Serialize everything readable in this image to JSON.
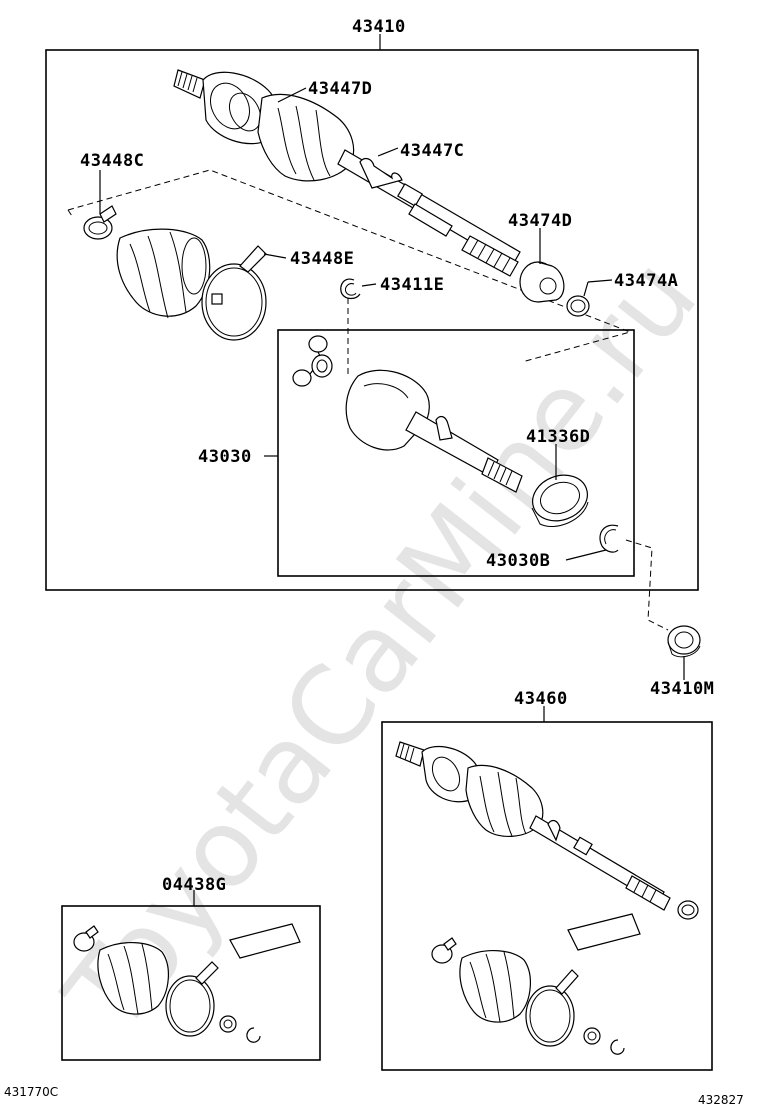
{
  "watermark": "ToyotaCarMine.ru",
  "diagram_codes": {
    "left": "431770C",
    "right": "432827"
  },
  "part_labels": {
    "p43410": "43410",
    "p43447D": "43447D",
    "p43447C": "43447C",
    "p43448C": "43448C",
    "p43448E": "43448E",
    "p43474D": "43474D",
    "p43474A": "43474A",
    "p43411E": "43411E",
    "p43030": "43030",
    "p41336D": "41336D",
    "p43030B": "43030B",
    "p43410M": "43410M",
    "p43460": "43460",
    "p04438G": "04438G"
  },
  "colors": {
    "line": "#000000",
    "watermark": "#e4e4e4",
    "background": "#ffffff"
  }
}
